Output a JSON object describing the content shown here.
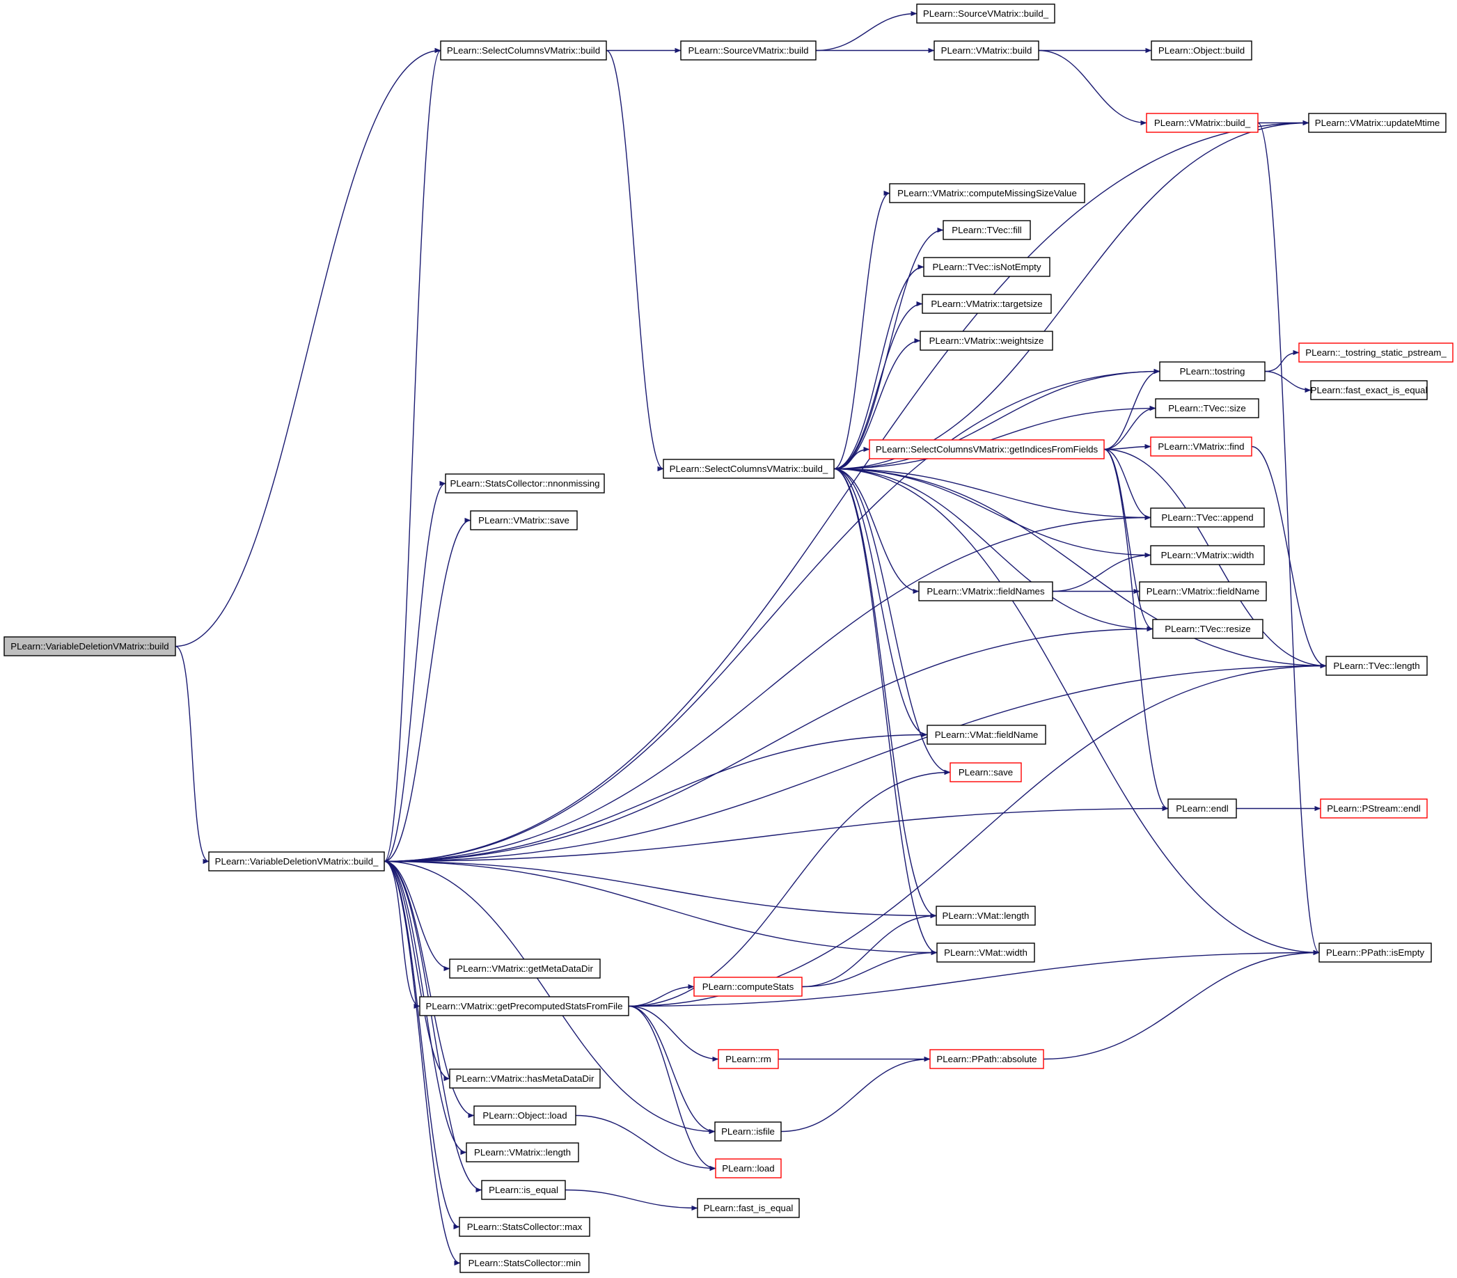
{
  "graph": {
    "colors": {
      "edge": "#191970",
      "normal_border": "#000000",
      "truncated_border": "#ff0000",
      "root_fill": "#bfbfbf",
      "node_fill": "#ffffff"
    },
    "nodes": [
      {
        "id": "vdv_build",
        "label": "PLearn::VariableDeletionVMatrix::build",
        "kind": "root"
      },
      {
        "id": "vdv_build_",
        "label": "PLearn::VariableDeletionVMatrix::build_",
        "kind": "normal"
      },
      {
        "id": "scv_build",
        "label": "PLearn::SelectColumnsVMatrix::build",
        "kind": "normal"
      },
      {
        "id": "svm_build",
        "label": "PLearn::SourceVMatrix::build",
        "kind": "normal"
      },
      {
        "id": "svm_build_",
        "label": "PLearn::SourceVMatrix::build_",
        "kind": "normal"
      },
      {
        "id": "vm_build",
        "label": "PLearn::VMatrix::build",
        "kind": "normal"
      },
      {
        "id": "obj_build",
        "label": "PLearn::Object::build",
        "kind": "normal"
      },
      {
        "id": "vm_build_",
        "label": "PLearn::VMatrix::build_",
        "kind": "truncated"
      },
      {
        "id": "vm_updatemtime",
        "label": "PLearn::VMatrix::updateMtime",
        "kind": "normal"
      },
      {
        "id": "vm_cmsv",
        "label": "PLearn::VMatrix::computeMissingSizeValue",
        "kind": "normal"
      },
      {
        "id": "tvec_fill",
        "label": "PLearn::TVec::fill",
        "kind": "normal"
      },
      {
        "id": "tvec_isnotempty",
        "label": "PLearn::TVec::isNotEmpty",
        "kind": "normal"
      },
      {
        "id": "vm_targetsize",
        "label": "PLearn::VMatrix::targetsize",
        "kind": "normal"
      },
      {
        "id": "vm_weightsize",
        "label": "PLearn::VMatrix::weightsize",
        "kind": "normal"
      },
      {
        "id": "tostring",
        "label": "PLearn::tostring",
        "kind": "normal"
      },
      {
        "id": "tostring_static",
        "label": "PLearn::_tostring_static_pstream_",
        "kind": "truncated"
      },
      {
        "id": "fast_exact",
        "label": "PLearn::fast_exact_is_equal",
        "kind": "normal"
      },
      {
        "id": "tvec_size",
        "label": "PLearn::TVec::size",
        "kind": "normal"
      },
      {
        "id": "scv_build_",
        "label": "PLearn::SelectColumnsVMatrix::build_",
        "kind": "normal"
      },
      {
        "id": "scv_getidx",
        "label": "PLearn::SelectColumnsVMatrix::getIndicesFromFields",
        "kind": "truncated"
      },
      {
        "id": "vm_find",
        "label": "PLearn::VMatrix::find",
        "kind": "truncated"
      },
      {
        "id": "sc_nnonmissing",
        "label": "PLearn::StatsCollector::nnonmissing",
        "kind": "normal"
      },
      {
        "id": "vm_save",
        "label": "PLearn::VMatrix::save",
        "kind": "normal"
      },
      {
        "id": "tvec_append",
        "label": "PLearn::TVec::append",
        "kind": "normal"
      },
      {
        "id": "vm_width",
        "label": "PLearn::VMatrix::width",
        "kind": "normal"
      },
      {
        "id": "vm_fieldnames",
        "label": "PLearn::VMatrix::fieldNames",
        "kind": "normal"
      },
      {
        "id": "vm_fieldname",
        "label": "PLearn::VMatrix::fieldName",
        "kind": "normal"
      },
      {
        "id": "tvec_resize",
        "label": "PLearn::TVec::resize",
        "kind": "normal"
      },
      {
        "id": "tvec_length",
        "label": "PLearn::TVec::length",
        "kind": "normal"
      },
      {
        "id": "vmat_fieldname",
        "label": "PLearn::VMat::fieldName",
        "kind": "normal"
      },
      {
        "id": "save",
        "label": "PLearn::save",
        "kind": "truncated"
      },
      {
        "id": "endl",
        "label": "PLearn::endl",
        "kind": "normal"
      },
      {
        "id": "pstream_endl",
        "label": "PLearn::PStream::endl",
        "kind": "truncated"
      },
      {
        "id": "vmat_length",
        "label": "PLearn::VMat::length",
        "kind": "normal"
      },
      {
        "id": "vmat_width",
        "label": "PLearn::VMat::width",
        "kind": "normal"
      },
      {
        "id": "ppath_isempty",
        "label": "PLearn::PPath::isEmpty",
        "kind": "normal"
      },
      {
        "id": "vm_getmeta",
        "label": "PLearn::VMatrix::getMetaDataDir",
        "kind": "normal"
      },
      {
        "id": "vm_getprecomp",
        "label": "PLearn::VMatrix::getPrecomputedStatsFromFile",
        "kind": "normal"
      },
      {
        "id": "computestats",
        "label": "PLearn::computeStats",
        "kind": "truncated"
      },
      {
        "id": "rm",
        "label": "PLearn::rm",
        "kind": "truncated"
      },
      {
        "id": "ppath_absolute",
        "label": "PLearn::PPath::absolute",
        "kind": "truncated"
      },
      {
        "id": "vm_hasmeta",
        "label": "PLearn::VMatrix::hasMetaDataDir",
        "kind": "normal"
      },
      {
        "id": "obj_load",
        "label": "PLearn::Object::load",
        "kind": "normal"
      },
      {
        "id": "isfile",
        "label": "PLearn::isfile",
        "kind": "normal"
      },
      {
        "id": "load",
        "label": "PLearn::load",
        "kind": "truncated"
      },
      {
        "id": "vm_length",
        "label": "PLearn::VMatrix::length",
        "kind": "normal"
      },
      {
        "id": "is_equal",
        "label": "PLearn::is_equal",
        "kind": "normal"
      },
      {
        "id": "fast_is_equal",
        "label": "PLearn::fast_is_equal",
        "kind": "normal"
      },
      {
        "id": "sc_max",
        "label": "PLearn::StatsCollector::max",
        "kind": "normal"
      },
      {
        "id": "sc_min",
        "label": "PLearn::StatsCollector::min",
        "kind": "normal"
      }
    ],
    "edges": [
      [
        "vdv_build",
        "scv_build"
      ],
      [
        "vdv_build",
        "vdv_build_"
      ],
      [
        "scv_build",
        "svm_build"
      ],
      [
        "scv_build",
        "scv_build_"
      ],
      [
        "svm_build",
        "svm_build_"
      ],
      [
        "svm_build",
        "vm_build"
      ],
      [
        "vm_build",
        "obj_build"
      ],
      [
        "vm_build",
        "vm_build_"
      ],
      [
        "vm_build_",
        "vm_updatemtime"
      ],
      [
        "vm_build_",
        "ppath_isempty"
      ],
      [
        "scv_build_",
        "vm_updatemtime"
      ],
      [
        "scv_build_",
        "vm_cmsv"
      ],
      [
        "scv_build_",
        "tvec_fill"
      ],
      [
        "scv_build_",
        "tvec_isnotempty"
      ],
      [
        "scv_build_",
        "vm_targetsize"
      ],
      [
        "scv_build_",
        "vm_weightsize"
      ],
      [
        "scv_build_",
        "tostring"
      ],
      [
        "scv_build_",
        "tvec_size"
      ],
      [
        "scv_build_",
        "scv_getidx"
      ],
      [
        "scv_build_",
        "tvec_append"
      ],
      [
        "scv_build_",
        "vm_width"
      ],
      [
        "scv_build_",
        "vm_fieldnames"
      ],
      [
        "scv_build_",
        "tvec_resize"
      ],
      [
        "scv_build_",
        "tvec_length"
      ],
      [
        "scv_build_",
        "vmat_fieldname"
      ],
      [
        "scv_build_",
        "save"
      ],
      [
        "scv_build_",
        "vmat_length"
      ],
      [
        "scv_build_",
        "vmat_width"
      ],
      [
        "scv_build_",
        "ppath_isempty"
      ],
      [
        "tostring",
        "tostring_static"
      ],
      [
        "tostring",
        "fast_exact"
      ],
      [
        "scv_getidx",
        "tostring"
      ],
      [
        "scv_getidx",
        "tvec_size"
      ],
      [
        "scv_getidx",
        "vm_find"
      ],
      [
        "scv_getidx",
        "tvec_append"
      ],
      [
        "scv_getidx",
        "tvec_resize"
      ],
      [
        "scv_getidx",
        "tvec_length"
      ],
      [
        "scv_getidx",
        "endl"
      ],
      [
        "vm_find",
        "tvec_length"
      ],
      [
        "vm_fieldnames",
        "vm_width"
      ],
      [
        "vm_fieldnames",
        "vm_fieldname"
      ],
      [
        "endl",
        "pstream_endl"
      ],
      [
        "vdv_build_",
        "scv_build"
      ],
      [
        "vdv_build_",
        "vm_updatemtime"
      ],
      [
        "vdv_build_",
        "tostring"
      ],
      [
        "vdv_build_",
        "sc_nnonmissing"
      ],
      [
        "vdv_build_",
        "vm_save"
      ],
      [
        "vdv_build_",
        "tvec_append"
      ],
      [
        "vdv_build_",
        "vmat_fieldname"
      ],
      [
        "vdv_build_",
        "tvec_resize"
      ],
      [
        "vdv_build_",
        "tvec_length"
      ],
      [
        "vdv_build_",
        "endl"
      ],
      [
        "vdv_build_",
        "vmat_length"
      ],
      [
        "vdv_build_",
        "vmat_width"
      ],
      [
        "vdv_build_",
        "vm_getmeta"
      ],
      [
        "vdv_build_",
        "vm_getprecomp"
      ],
      [
        "vdv_build_",
        "vm_hasmeta"
      ],
      [
        "vdv_build_",
        "obj_load"
      ],
      [
        "vdv_build_",
        "isfile"
      ],
      [
        "vdv_build_",
        "vm_length"
      ],
      [
        "vdv_build_",
        "is_equal"
      ],
      [
        "vdv_build_",
        "sc_max"
      ],
      [
        "vdv_build_",
        "sc_min"
      ],
      [
        "vm_getprecomp",
        "save"
      ],
      [
        "vm_getprecomp",
        "computestats"
      ],
      [
        "vm_getprecomp",
        "tvec_length"
      ],
      [
        "vm_getprecomp",
        "rm"
      ],
      [
        "vm_getprecomp",
        "ppath_isempty"
      ],
      [
        "vm_getprecomp",
        "isfile"
      ],
      [
        "vm_getprecomp",
        "load"
      ],
      [
        "computestats",
        "vmat_length"
      ],
      [
        "computestats",
        "vmat_width"
      ],
      [
        "rm",
        "ppath_absolute"
      ],
      [
        "ppath_absolute",
        "ppath_isempty"
      ],
      [
        "isfile",
        "ppath_absolute"
      ],
      [
        "obj_load",
        "load"
      ],
      [
        "is_equal",
        "fast_is_equal"
      ]
    ]
  }
}
